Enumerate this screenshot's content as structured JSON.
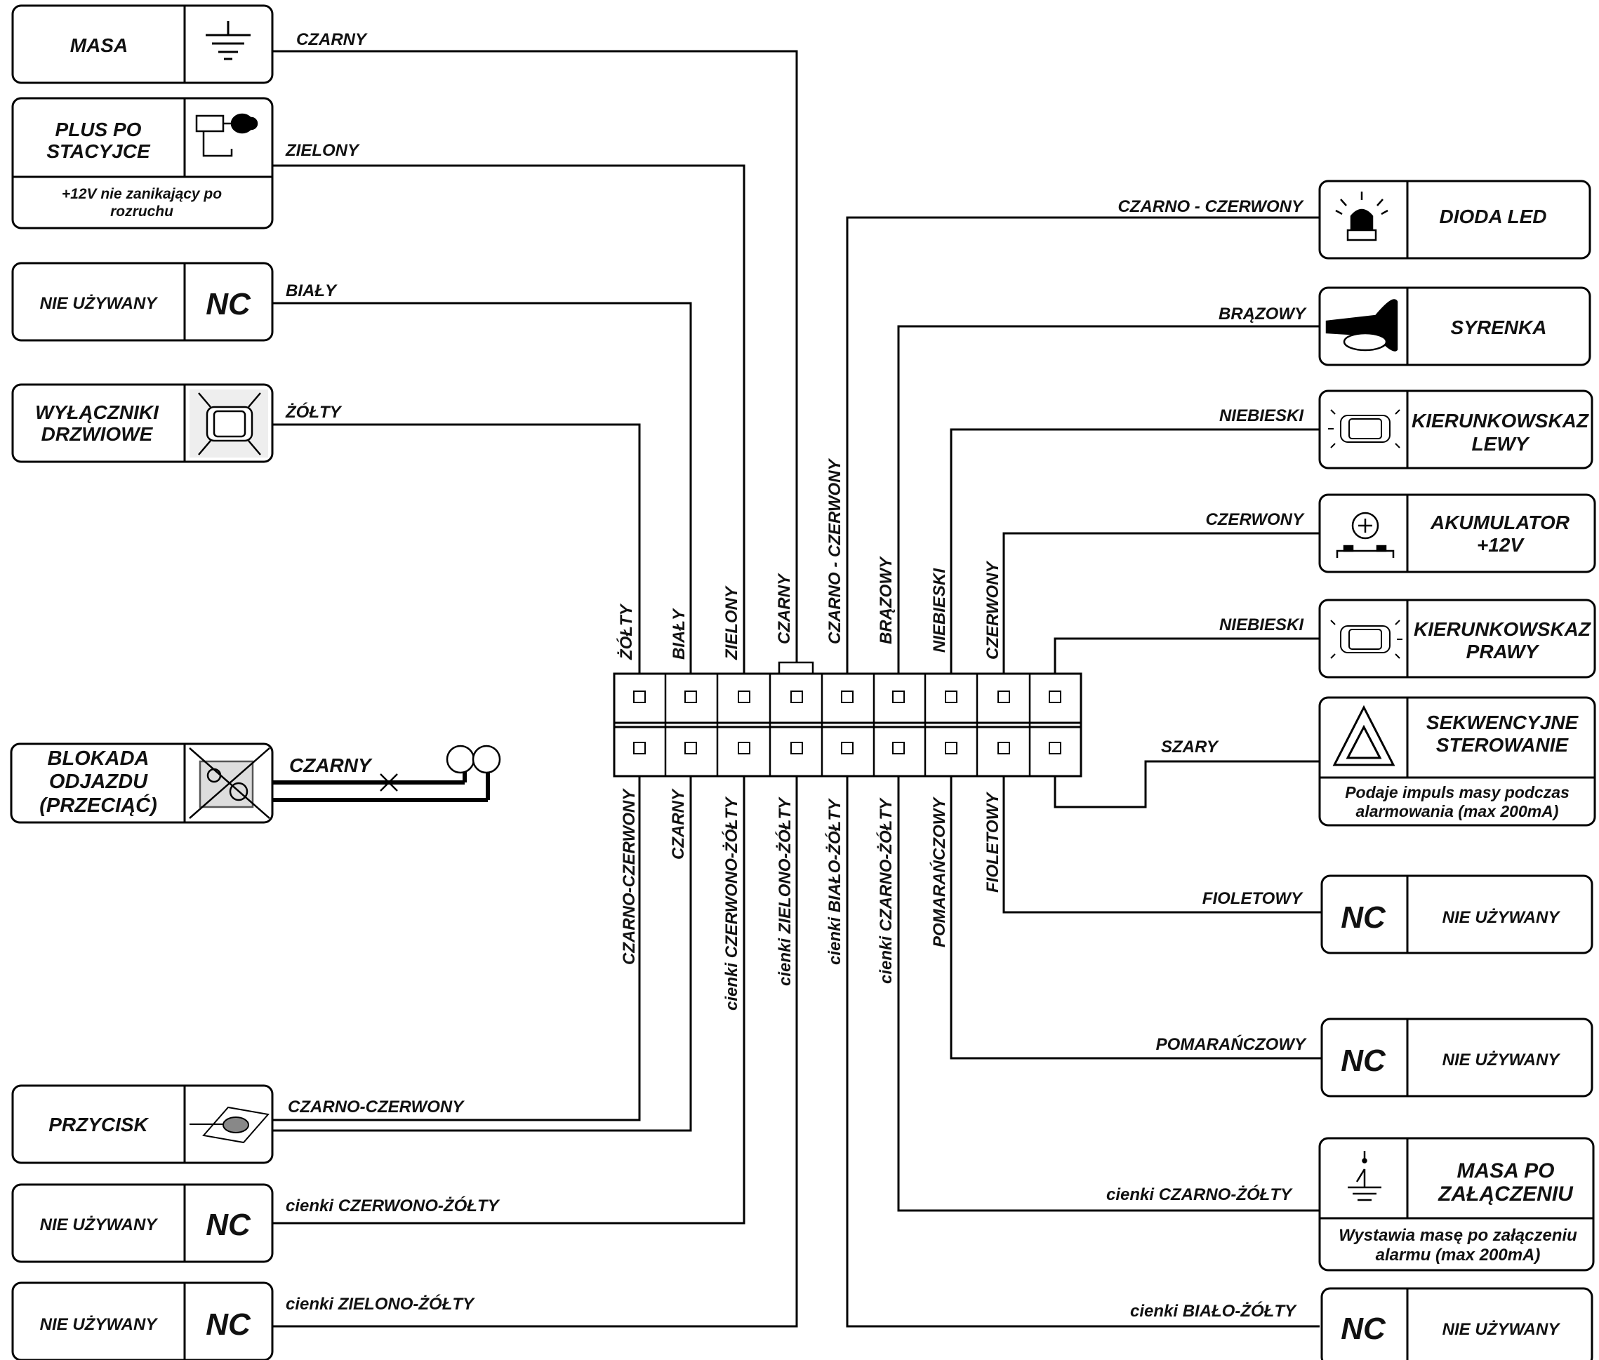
{
  "left_boxes": {
    "masa": {
      "label": "MASA",
      "icon": "ground-icon"
    },
    "plus_po_stacyjce": {
      "label_line1": "PLUS PO",
      "label_line2": "STACYJCE",
      "note_line1": "+12V nie zanikający po",
      "note_line2": "rozruchu",
      "icon": "ignition-key-icon"
    },
    "nie_uzywany_1": {
      "label": "NIE UŻYWANY",
      "nc": "NC"
    },
    "wylaczniki": {
      "label_line1": "WYŁĄCZNIKI",
      "label_line2": "DRZWIOWE",
      "icon": "car-doors-icon"
    },
    "blokada": {
      "label_line1": "BLOKADA",
      "label_line2": "ODJAZDU",
      "label_line3": "(PRZECIĄĆ)",
      "icon": "crossed-engine-icon"
    },
    "przycisk": {
      "label": "PRZYCISK",
      "icon": "push-button-icon"
    },
    "nie_uzywany_2": {
      "label": "NIE UŻYWANY",
      "nc": "NC"
    },
    "nie_uzywany_3": {
      "label": "NIE UŻYWANY",
      "nc": "NC"
    }
  },
  "right_boxes": {
    "dioda": {
      "label": "DIODA LED",
      "icon": "beacon-icon"
    },
    "syrenka": {
      "label": "SYRENKA",
      "icon": "horn-icon"
    },
    "kier_lewy": {
      "label_line1": "KIERUNKOWSKAZ",
      "label_line2": "LEWY",
      "icon": "car-blinker-left-icon"
    },
    "akumulator": {
      "label_line1": "AKUMULATOR",
      "label_line2": "+12V",
      "icon": "battery-icon"
    },
    "kier_prawy": {
      "label_line1": "KIERUNKOWSKAZ",
      "label_line2": "PRAWY",
      "icon": "car-blinker-right-icon"
    },
    "sekwencyjne": {
      "label_line1": "SEKWENCYJNE",
      "label_line2": "STEROWANIE",
      "note_line1": "Podaje impuls masy podczas",
      "note_line2": "alarmowania (max 200mA)",
      "icon": "warning-triangle-icon"
    },
    "nc_fioletowy": {
      "label": "NIE UŻYWANY",
      "nc": "NC"
    },
    "nc_pomaranczowy": {
      "label": "NIE UŻYWANY",
      "nc": "NC"
    },
    "masa_po": {
      "label_line1": "MASA PO",
      "label_line2": "ZAŁĄCZENIU",
      "note_line1": "Wystawia masę po załączeniu",
      "note_line2": "alarmu (max 200mA)",
      "icon": "switch-ground-icon"
    },
    "nc_bialo_zolty": {
      "label": "NIE UŻYWANY",
      "nc": "NC"
    }
  },
  "wire_labels": {
    "czarny_masa": "CZARNY",
    "zielony": "ZIELONY",
    "bialy": "BIAŁY",
    "zolty": "ŻÓŁTY",
    "czarny_blokada": "CZARNY",
    "czarno_czerwony_przycisk": "CZARNO-CZERWONY",
    "cienki_czerwono_zolty": "cienki CZERWONO-ŻÓŁTY",
    "cienki_zielono_zolty": "cienki ZIELONO-ŻÓŁTY",
    "czarno_czerwony_led": "CZARNO - CZERWONY",
    "brazowy": "BRĄZOWY",
    "niebieski_lewy": "NIEBIESKI",
    "czerwony": "CZERWONY",
    "niebieski_prawy": "NIEBIESKI",
    "szary": "SZARY",
    "fioletowy": "FIOLETOWY",
    "pomaranczowy": "POMARAŃCZOWY",
    "cienki_czarno_zolty": "cienki CZARNO-ŻÓŁTY",
    "cienki_bialo_zolty": "cienki BIAŁO-ŻÓŁTY"
  },
  "connector": {
    "top_row_labels": [
      "ŻÓŁTY",
      "BIAŁY",
      "ZIELONY",
      "CZARNY",
      "CZARNO - CZERWONY",
      "BRĄZOWY",
      "NIEBIESKI",
      "CZERWONY"
    ],
    "bottom_row_labels": [
      "CZARNO-CZERWONY",
      "CZARNY",
      "cienki CZERWONO-ŻÓŁTY",
      "cienki ZIELONO-ŻÓŁTY",
      "cienki BIAŁO-ŻÓŁTY",
      "cienki CZARNO-ŻÓŁTY",
      "POMARAŃCZOWY",
      "FIOLETOWY"
    ]
  }
}
